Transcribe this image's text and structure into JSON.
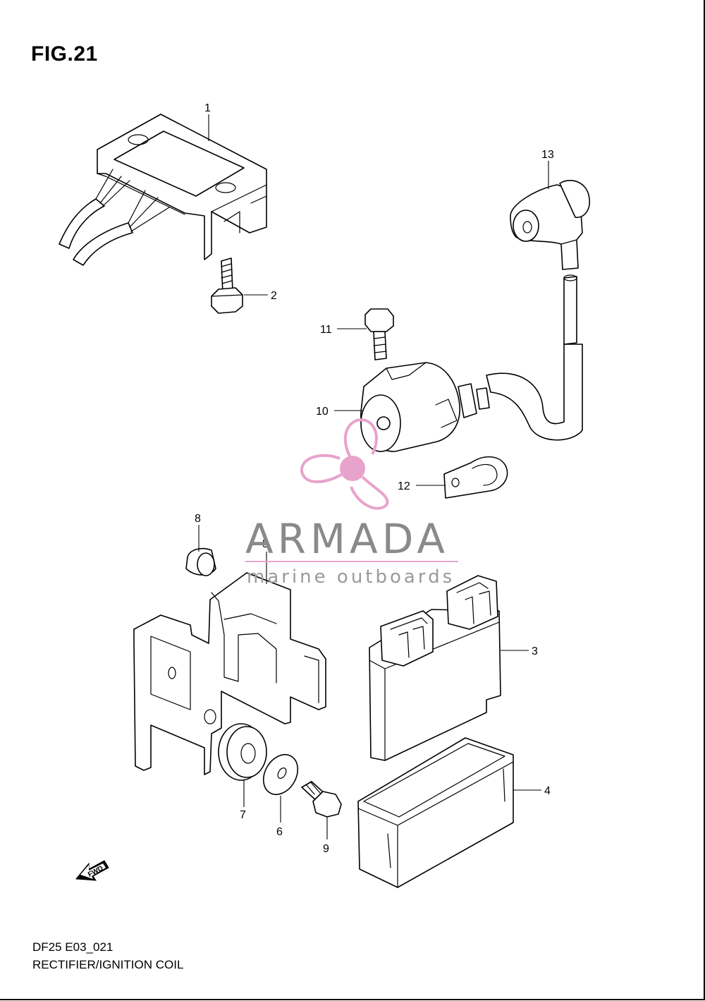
{
  "figure": {
    "title": "FIG.21",
    "model_code": "DF25 E03_021",
    "caption": "RECTIFIER/IGNITION COIL"
  },
  "callouts": [
    {
      "id": "1",
      "label": "1"
    },
    {
      "id": "2",
      "label": "2"
    },
    {
      "id": "3",
      "label": "3"
    },
    {
      "id": "4",
      "label": "4"
    },
    {
      "id": "5",
      "label": "5"
    },
    {
      "id": "6",
      "label": "6"
    },
    {
      "id": "7",
      "label": "7"
    },
    {
      "id": "8",
      "label": "8"
    },
    {
      "id": "9",
      "label": "9"
    },
    {
      "id": "10",
      "label": "10"
    },
    {
      "id": "11",
      "label": "11"
    },
    {
      "id": "12",
      "label": "12"
    },
    {
      "id": "13",
      "label": "13"
    }
  ],
  "direction_marker": {
    "label": "FWD",
    "icon": "fwd-arrow-icon"
  },
  "watermark": {
    "name": "ARMADA",
    "tagline": "marine outboards",
    "icon": "propeller-logo-icon",
    "accent_color": "#e8a3cc",
    "text_color": "#8a8a8a"
  }
}
